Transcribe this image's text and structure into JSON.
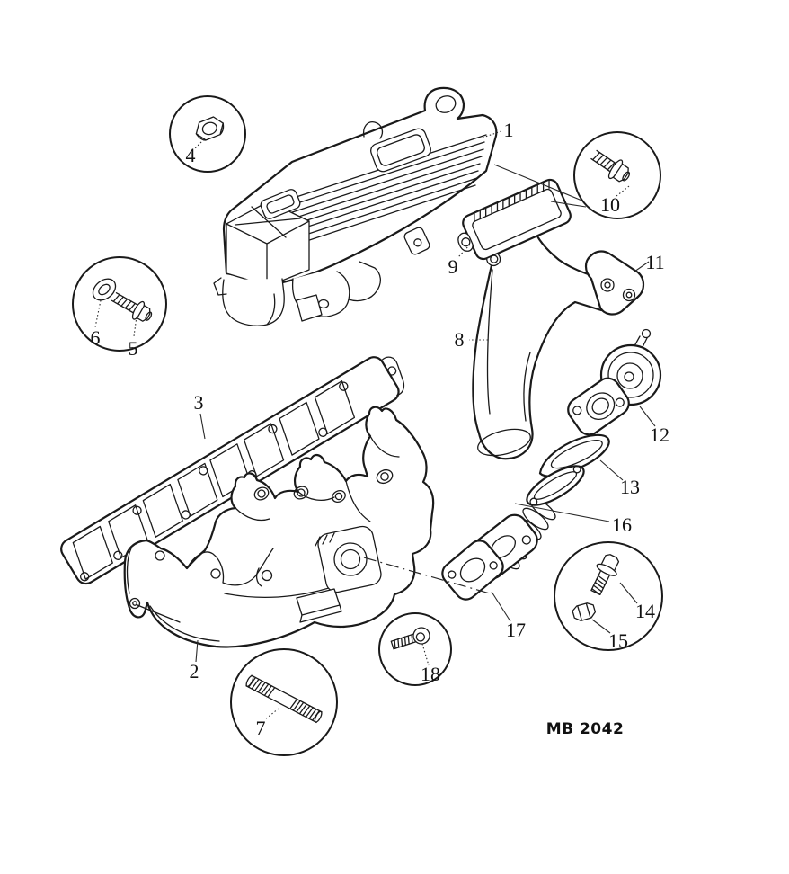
{
  "diagram": {
    "figure_code": "MB 2042",
    "background": "#ffffff",
    "line_color": "#1a1a1a",
    "part_labels": [
      "1",
      "2",
      "3",
      "4",
      "5",
      "6",
      "7",
      "8",
      "9",
      "10",
      "11",
      "12",
      "13",
      "14",
      "15",
      "16",
      "17",
      "18"
    ],
    "callouts": [
      {
        "fastener": "flange-nut",
        "parts": [
          "4"
        ]
      },
      {
        "fastener": "flange-bolt-with-washer",
        "parts": [
          "5",
          "6"
        ]
      },
      {
        "fastener": "flange-bolt",
        "parts": [
          "10"
        ]
      },
      {
        "fastener": "stud",
        "parts": [
          "7"
        ]
      },
      {
        "fastener": "pan-head-screw",
        "parts": [
          "18"
        ]
      },
      {
        "fastener": "flange-bolt-and-nut",
        "parts": [
          "14",
          "15"
        ]
      }
    ]
  }
}
